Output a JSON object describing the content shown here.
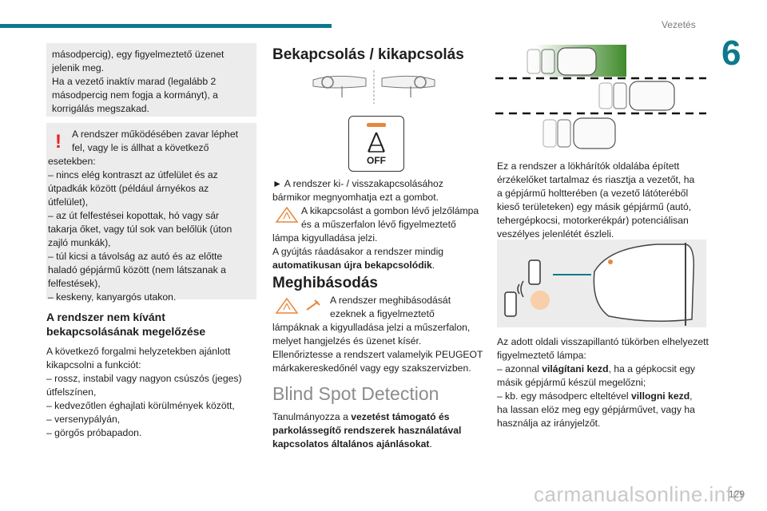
{
  "header": {
    "section": "Vezetés",
    "chapter": "6"
  },
  "col1": {
    "box1": [
      "másodpercig), egy figyelmeztető üzenet",
      "jelenik meg.",
      "Ha a vezető inaktív marad (legalább 2",
      "másodpercig nem fogja a kormányt), a",
      "korrigálás megszakad."
    ],
    "warning_mark": "!",
    "box2_first": [
      "A rendszer működésében zavar léphet",
      "fel, vagy le is állhat a következő"
    ],
    "box2_rest": [
      "esetekben:",
      "– nincs elég kontraszt az útfelület és az",
      "útpadkák között (például árnyékos az",
      "útfelület),",
      "– az út felfestései kopottak, hó vagy sár",
      "takarja őket, vagy túl sok van belőlük (úton",
      "zajló munkák),",
      "– túl kicsi a távolság az autó és az előtte",
      "haladó gépjármű között (nem látszanak a",
      "felfestések),",
      "– keskeny, kanyargós utakon."
    ],
    "heading": [
      "A rendszer nem kívánt",
      "bekapcsolásának megelőzése"
    ],
    "para": [
      "A következő forgalmi helyzetekben ajánlott",
      "kikapcsolni a funkciót:",
      "– rossz, instabil vagy nagyon csúszós (jeges)",
      "útfelszínen,",
      "– kedvezőtlen éghajlati körülmények között,",
      "– versenypályán,",
      "– görgős próbapadon."
    ]
  },
  "col2": {
    "heading1": "Bekapcsolás / kikapcsolás",
    "off_label": "OFF",
    "para1": [
      "► A rendszer ki- / visszakapcsolásához",
      "bármikor megnyomhatja ezt a gombot."
    ],
    "para1_icon": [
      "A kikapcsolást a gombon lévő jelzőlámpa",
      "és a műszerfalon lévő figyelmeztető"
    ],
    "para1_rest": [
      "lámpa kigyulladása jelzi.",
      "A gyújtás ráadásakor a rendszer mindig"
    ],
    "para1_bold": "automatikusan újra bekapcsolódik",
    "para1_end": ".",
    "heading2": "Meghibásodás",
    "para2_icon": [
      "A rendszer meghibásodását",
      "ezeknek a figyelmeztető"
    ],
    "para2_rest": [
      "lámpáknak a kigyulladása jelzi a műszerfalon,",
      "melyet hangjelzés és üzenet kísér.",
      "Ellenőriztesse a rendszert valamelyik PEUGEOT",
      "márkakereskedőnél vagy egy szakszervizben."
    ],
    "heading3": "Blind Spot Detection",
    "para3_start": "Tanulmányozza a ",
    "para3_bold": [
      "vezetést támogató és",
      "parkolássegítő rendszerek használatával",
      "kapcsolatos általános ajánlásokat"
    ],
    "para3_end": "."
  },
  "col3": {
    "para1": [
      "Ez a rendszer a lökhárítók oldalába épített",
      "érzékelőket tartalmaz és riasztja a vezetőt, ha",
      "a gépjármű holtterében (a vezető látóteréből",
      "kieső területeken) egy másik gépjármű (autó,",
      "tehergépkocsi, motorkerékpár) potenciálisan",
      "veszélyes jelenlétét észleli."
    ],
    "para2": [
      "Az adott oldali visszapillantó tükörben elhelyezett",
      "figyelmeztető lámpa:"
    ],
    "item1_a": "– azonnal ",
    "item1_b": "világítani kezd",
    "item1_c": ", ha a gépkocsit egy",
    "item1_d": "másik gépjármű készül megelőzni;",
    "item2_a": "– kb. egy másodperc elteltével ",
    "item2_b": "villogni kezd",
    "item2_c": ",",
    "item2_d": [
      "ha lassan elöz meg egy gépjárművet, vagy ha",
      "használja az irányjelzőt."
    ]
  },
  "footer": {
    "watermark": "carmanualsonline.info",
    "page": "129"
  }
}
